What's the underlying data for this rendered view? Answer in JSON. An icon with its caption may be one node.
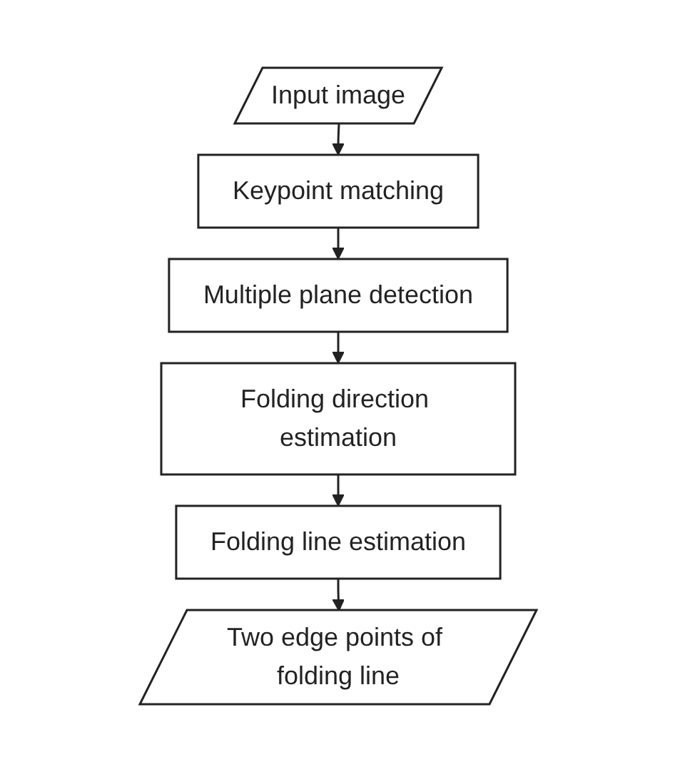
{
  "diagram": {
    "nodes": [
      {
        "text": [
          "Input image"
        ]
      },
      {
        "text": [
          "Keypoint matching"
        ]
      },
      {
        "text": [
          "Multiple plane detection"
        ]
      },
      {
        "text": [
          "Folding direction estimation"
        ]
      },
      {
        "text": [
          "Folding line estimation"
        ]
      },
      {
        "text": [
          "Two edge points of folding line"
        ]
      }
    ],
    "edges": [
      {
        "from": 0,
        "to": 1,
        "arrow": "to"
      },
      {
        "from": 1,
        "to": 2,
        "arrow": "to"
      },
      {
        "from": 2,
        "to": 3,
        "arrow": "to"
      },
      {
        "from": 3,
        "to": 4,
        "arrow": "to"
      },
      {
        "from": 4,
        "to": 5,
        "arrow": "to"
      }
    ]
  }
}
